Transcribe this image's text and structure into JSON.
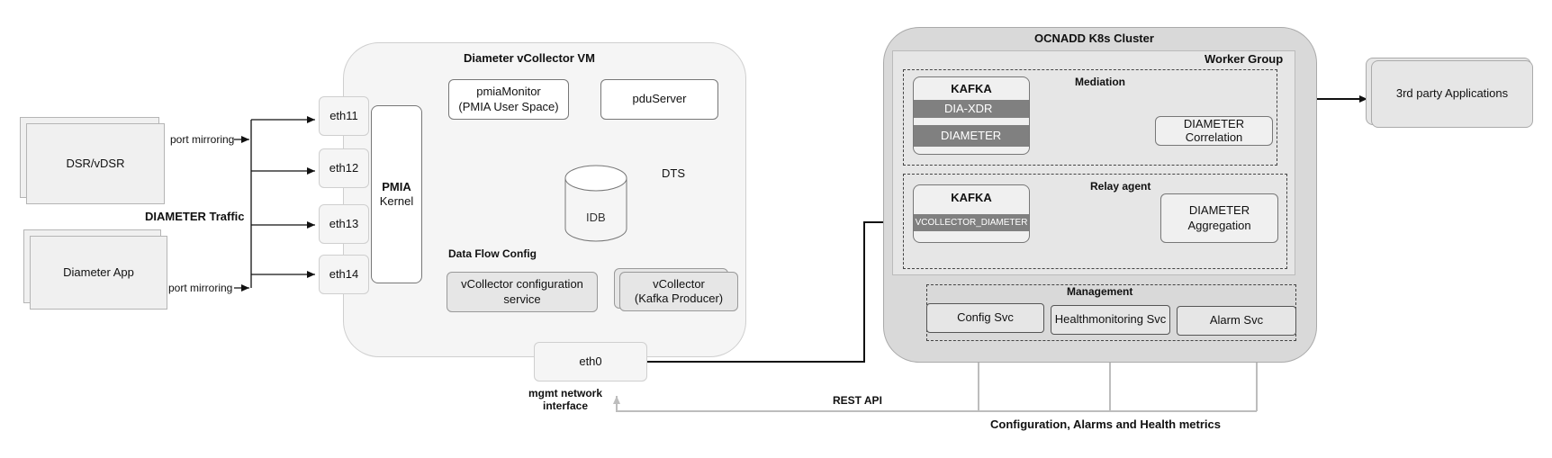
{
  "sources": {
    "dsr": "DSR/vDSR",
    "diameter_app": "Diameter App",
    "port_mirroring_top": "port mirroring",
    "port_mirroring_bottom": "port mirroring",
    "diameter_traffic": "DIAMETER Traffic"
  },
  "vm": {
    "title": "Diameter vCollector VM",
    "interfaces": [
      "eth11",
      "eth12",
      "eth13",
      "eth14"
    ],
    "pmia_bold": "PMIA",
    "pmia_sub": "Kernel",
    "pmia_monitor_line1": "pmiaMonitor",
    "pmia_monitor_line2": "(PMIA User Space)",
    "pdu_server": "pduServer",
    "idb": "IDB",
    "dts": "DTS",
    "data_flow_config": "Data Flow Config",
    "config_service_line1": "vCollector configuration",
    "config_service_line2": "service",
    "vcollector_line1": "vCollector",
    "vcollector_line2": "(Kafka Producer)",
    "eth0": "eth0",
    "mgmt_line1": "mgmt network",
    "mgmt_line2": "interface"
  },
  "cluster": {
    "title": "OCNADD K8s Cluster",
    "worker_group": "Worker Group",
    "mediation": "Mediation",
    "kafka_top": "KAFKA",
    "dia_xdr": "DIA-XDR",
    "diameter": "DIAMETER",
    "correlation_line1": "DIAMETER",
    "correlation_line2": "Correlation",
    "relay_agent": "Relay agent",
    "kafka_relay": "KAFKA",
    "vcollector_diameter": "VCOLLECTOR_DIAMETER",
    "aggregation_line1": "DIAMETER",
    "aggregation_line2": "Aggregation",
    "management": "Management",
    "config_svc": "Config Svc",
    "health_svc": "Healthmonitoring Svc",
    "alarm_svc": "Alarm Svc"
  },
  "third_party": "3rd party Applications",
  "rest_api": "REST API",
  "metrics_caption": "Configuration, Alarms and Health metrics",
  "colors": {
    "box_border": "#777777",
    "grey_fill": "#e6e6e6",
    "band_fill": "#808080",
    "cluster_fill": "#d9d9d9",
    "light_arrow": "#bdbdbd"
  }
}
